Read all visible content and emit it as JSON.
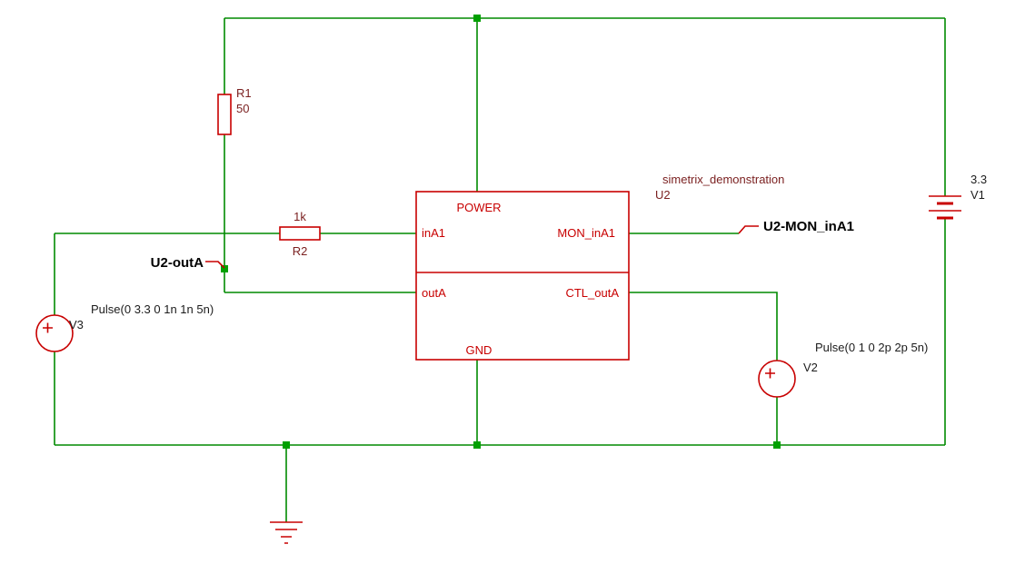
{
  "colors": {
    "wire": "#008a00",
    "component": "#c80000",
    "junction": "#00a000",
    "pin_text": "#c80000",
    "property_text": "#7b2121",
    "source_text": "#1c1c1c",
    "probe_text": "#000000",
    "background": "#ffffff"
  },
  "components": {
    "r1": {
      "ref": "R1",
      "value": "50"
    },
    "r2": {
      "ref": "R2",
      "value": "1k"
    },
    "v1": {
      "ref": "V1",
      "value": "3.3"
    },
    "v2": {
      "ref": "V2",
      "value": "Pulse(0 1 0 2p 2p 5n)"
    },
    "v3": {
      "ref": "V3",
      "value": "Pulse(0 3.3 0 1n 1n 5n)"
    },
    "u2": {
      "ref": "U2",
      "model": "simetrix_demonstration",
      "pins": {
        "power": "POWER",
        "in_a1": "inA1",
        "mon_in_a1": "MON_inA1",
        "out_a": "outA",
        "ctl_out_a": "CTL_outA",
        "gnd": "GND"
      }
    }
  },
  "probes": {
    "out_a": {
      "label": "U2-outA"
    },
    "mon_in_a1": {
      "label": "U2-MON_inA1"
    }
  }
}
